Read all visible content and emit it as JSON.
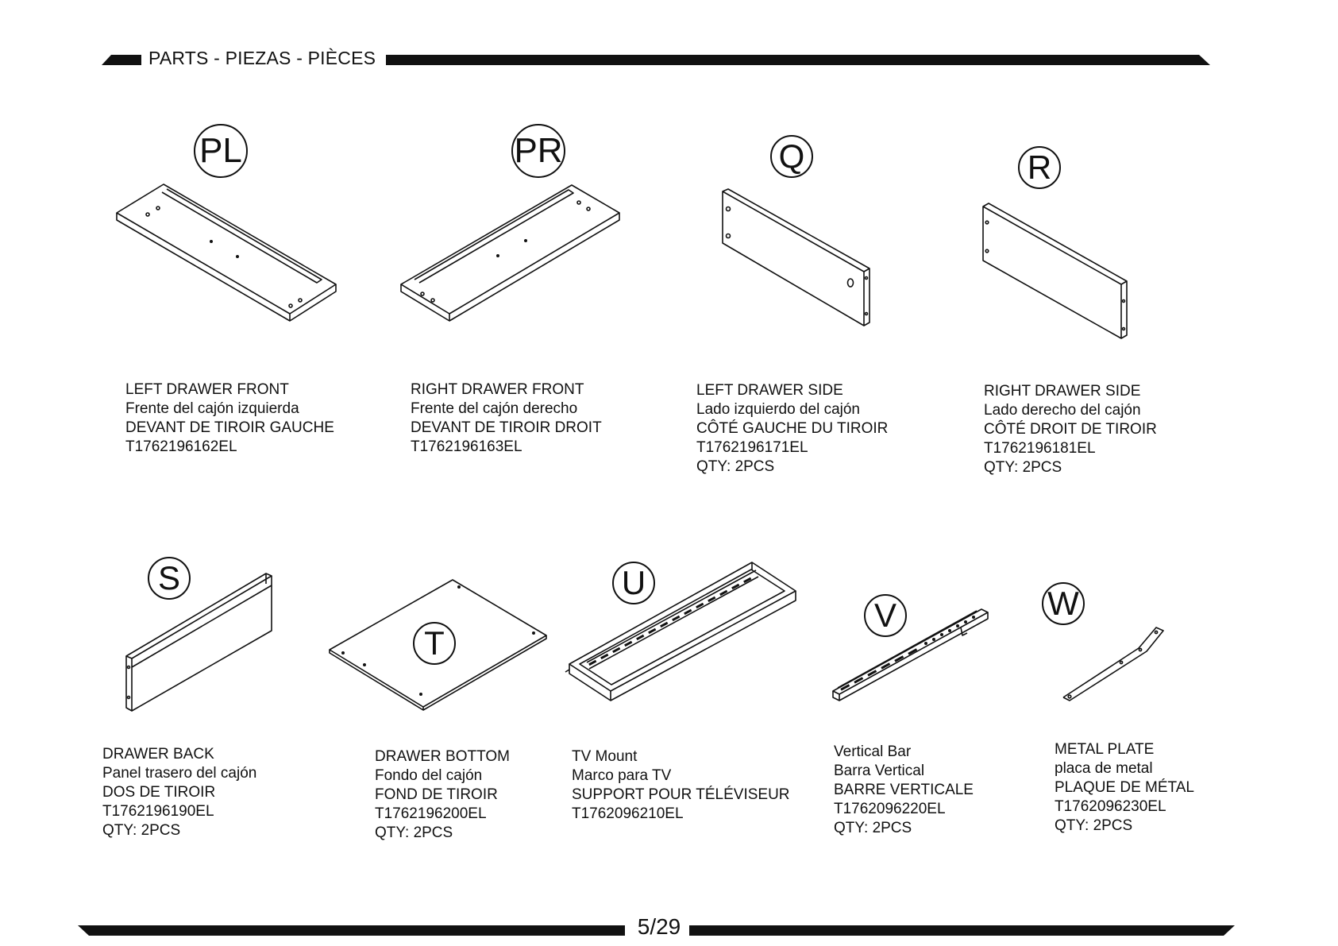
{
  "header": {
    "title": "PARTS - PIEZAS - PIÈCES"
  },
  "footer": {
    "page_number": "5/29"
  },
  "parts": [
    {
      "letter": "PL",
      "lines": [
        "LEFT DRAWER FRONT",
        "Frente del cajón izquierda",
        "DEVANT DE TIROIR GAUCHE",
        "T1762196162EL"
      ]
    },
    {
      "letter": "PR",
      "lines": [
        "RIGHT DRAWER FRONT",
        "Frente del cajón derecho",
        "DEVANT DE TIROIR DROIT",
        "T1762196163EL"
      ]
    },
    {
      "letter": "Q",
      "lines": [
        "LEFT DRAWER SIDE",
        "Lado izquierdo del cajón",
        "CÔTÉ GAUCHE DU TIROIR",
        "T1762196171EL",
        "QTY: 2PCS"
      ]
    },
    {
      "letter": "R",
      "lines": [
        "RIGHT DRAWER SIDE",
        "Lado derecho del cajón",
        "CÔTÉ DROIT DE TIROIR",
        "T1762196181EL",
        "QTY: 2PCS"
      ]
    },
    {
      "letter": "S",
      "lines": [
        "DRAWER BACK",
        "Panel trasero del cajón",
        "DOS DE TIROIR",
        "T1762196190EL",
        "QTY: 2PCS"
      ]
    },
    {
      "letter": "T",
      "lines": [
        "DRAWER BOTTOM",
        "Fondo del cajón",
        "FOND DE TIROIR",
        "T1762196200EL",
        "QTY: 2PCS"
      ]
    },
    {
      "letter": "U",
      "lines": [
        "TV Mount",
        "Marco para TV",
        "SUPPORT POUR TÉLÉVISEUR",
        "T1762096210EL"
      ]
    },
    {
      "letter": "V",
      "lines": [
        "Vertical Bar",
        "Barra Vertical",
        "BARRE VERTICALE",
        "T1762096220EL",
        "QTY: 2PCS"
      ]
    },
    {
      "letter": "W",
      "lines": [
        "METAL PLATE",
        "placa de metal",
        "PLAQUE DE MÉTAL",
        "T1762096230EL",
        "QTY: 2PCS"
      ]
    }
  ]
}
